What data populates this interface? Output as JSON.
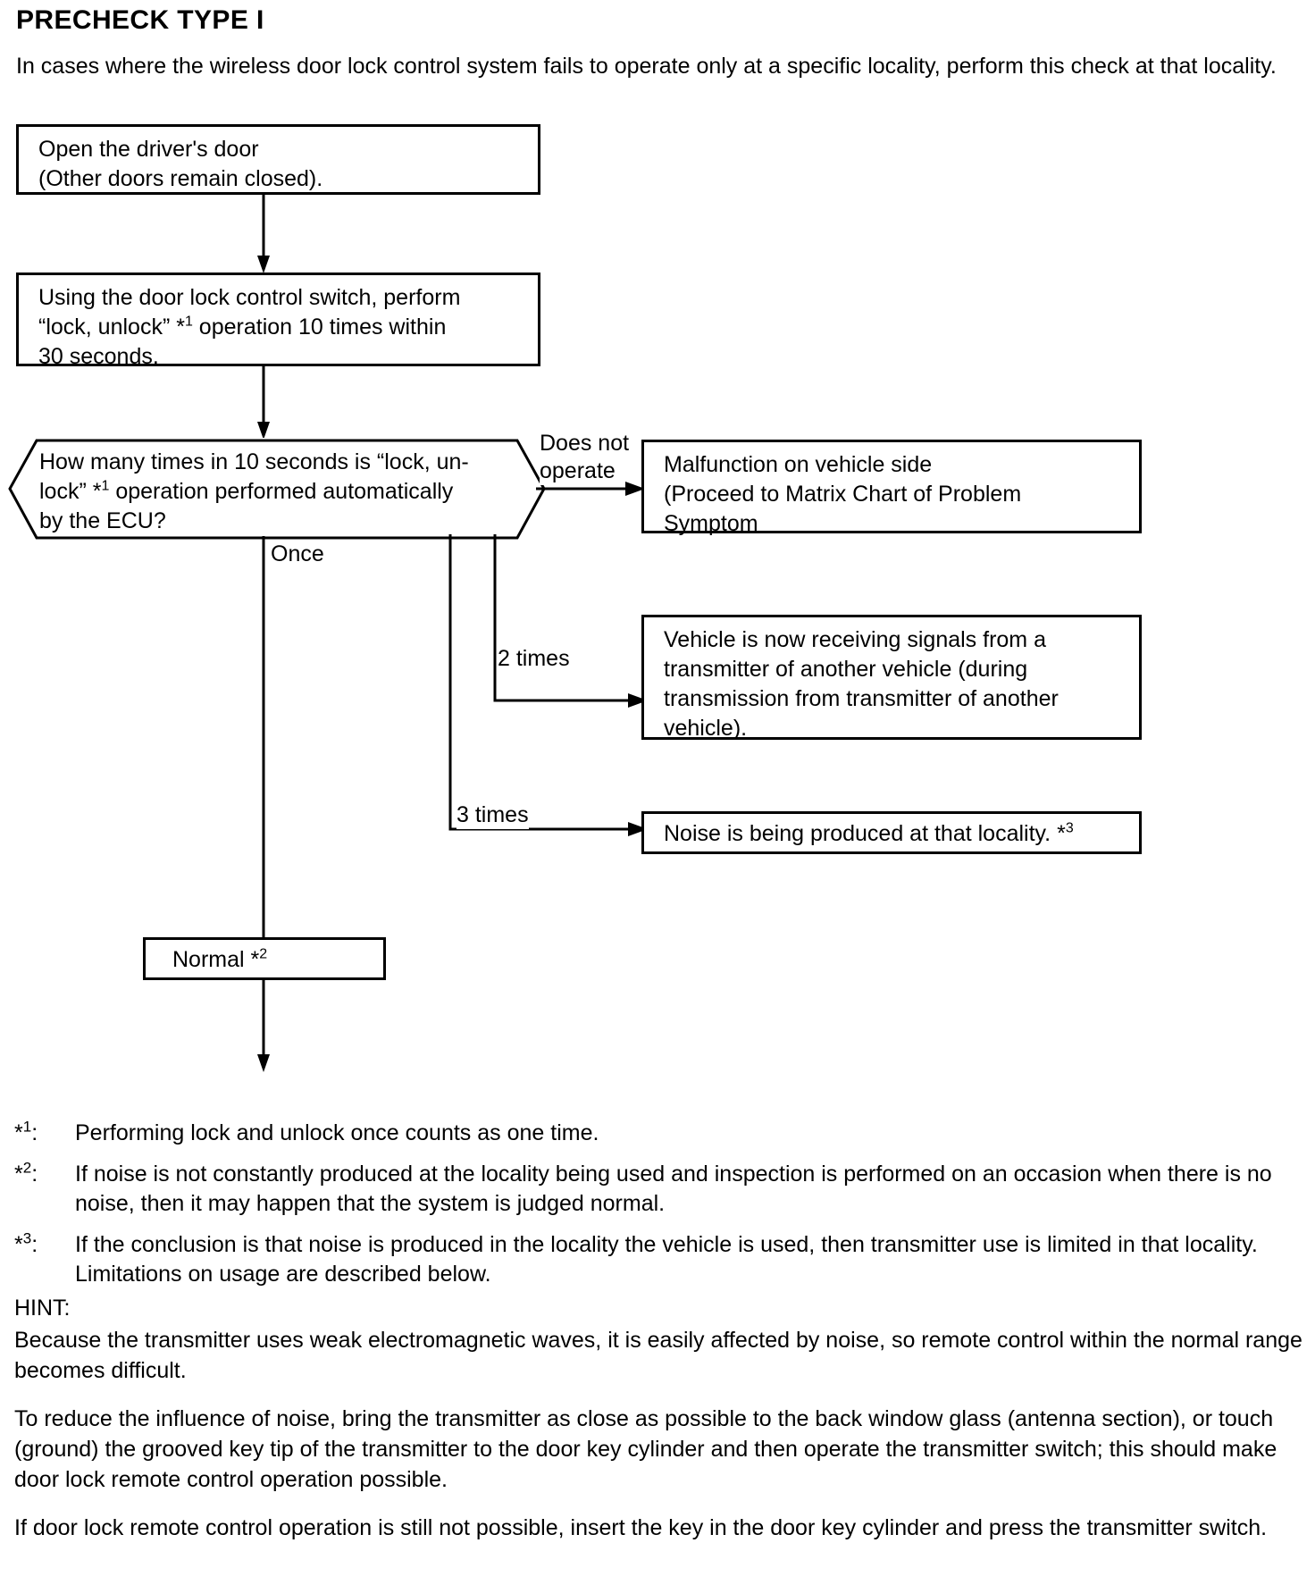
{
  "document": {
    "title": "PRECHECK TYPE I",
    "intro": "In cases where the wireless door lock control system fails to operate only at a specific locality, perform this check at that locality."
  },
  "flowchart": {
    "step1": {
      "line1": "Open the driver's door",
      "line2": "(Other doors remain closed)."
    },
    "step2": {
      "line1": "Using the door lock control switch, perform",
      "line2_a": "“lock, unlock” ",
      "line2_mark": "1",
      "line2_b": " operation 10 times within",
      "line3": "30 seconds."
    },
    "decision": {
      "line1": "How many times in 10 seconds is “lock, un-",
      "line2_a": "lock” ",
      "line2_mark": "1",
      "line2_b": " operation performed automatically",
      "line3": "by the ECU?"
    },
    "branches": {
      "does_not_operate": "Does not\noperate",
      "once": "Once",
      "two_times": "2 times",
      "three_times": "3 times"
    },
    "outcome_malfunction": {
      "line1": "Malfunction on vehicle side",
      "line2": "(Proceed to Matrix Chart of Problem",
      "line3": "Symptom"
    },
    "outcome_other_vehicle": {
      "line1": "Vehicle is now receiving signals from a",
      "line2": "transmitter of another vehicle (during",
      "line3": "transmission from transmitter of another",
      "line4": "vehicle)."
    },
    "outcome_noise": {
      "text": "Noise is being produced at that locality. ",
      "mark": "3"
    },
    "outcome_normal": {
      "text": "Normal ",
      "mark": "2"
    }
  },
  "footnotes": [
    {
      "mark": "1",
      "text": "Performing lock and unlock once counts as one time."
    },
    {
      "mark": "2",
      "text": "If noise is not constantly produced at the locality being used and inspection is performed on an occasion when there is no noise, then it may happen that the system is judged normal."
    },
    {
      "mark": "3",
      "text": "If the conclusion is that noise is produced in the locality the vehicle is used, then transmitter use is limited in that locality. Limitations on usage are described below."
    }
  ],
  "hint": {
    "label": "HINT:",
    "paragraph1": "Because the transmitter uses weak electromagnetic waves, it is easily affected by noise, so remote control within the normal range becomes difficult.",
    "paragraph2": "To reduce the influence of noise, bring the transmitter as close as possible to the back window glass (antenna section), or touch (ground) the grooved key tip of the transmitter to the door key cylinder and then operate the transmitter switch; this should make door lock remote control operation possible.",
    "paragraph3": "If door lock remote control operation is still not possible, insert the key in the door key cylinder and press the transmitter switch."
  },
  "colors": {
    "ink": "#000000",
    "paper": "#ffffff"
  }
}
